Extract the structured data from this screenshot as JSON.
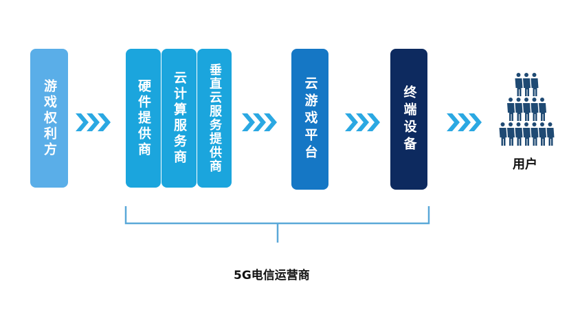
{
  "nodes": [
    {
      "label": "游戏权利方",
      "color": "#5aaee8"
    },
    {
      "label": "硬件提供商",
      "color": "#1ba5dd"
    },
    {
      "label": "云计算服务商",
      "color": "#1ba5dd"
    },
    {
      "label": "垂直云服务提供商",
      "color": "#1ba5dd"
    },
    {
      "label": "云游戏平台",
      "color": "#1577c5"
    },
    {
      "label": "终端设备",
      "color": "#0d2a5f"
    }
  ],
  "users_label": "用户",
  "bracket_label": "5G电信运营商",
  "colors": {
    "arrow": "#2ba8e2",
    "bracket": "#5aa8d8",
    "people": "#1f4a73"
  }
}
